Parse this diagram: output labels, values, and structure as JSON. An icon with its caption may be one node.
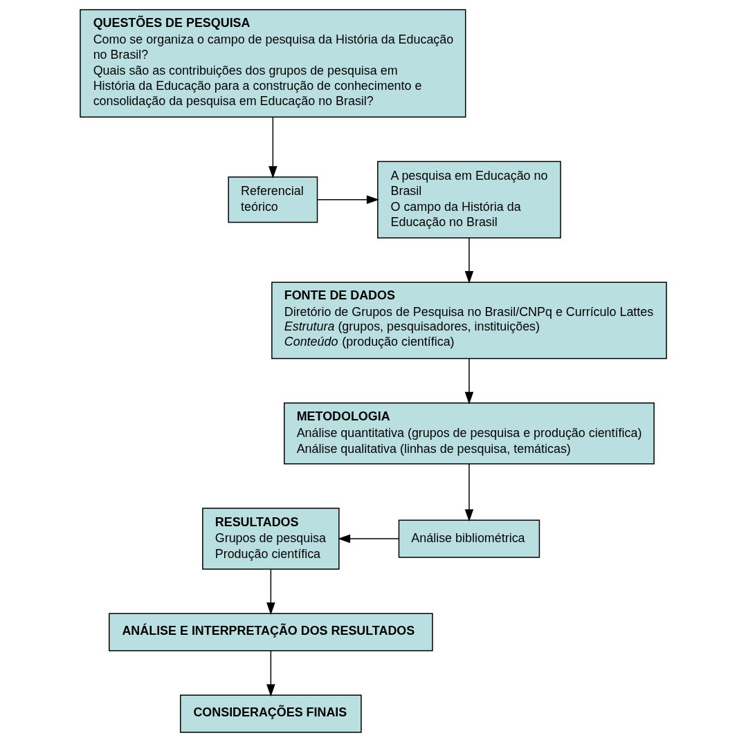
{
  "diagram": {
    "nodes": [
      {
        "text": [
          "QUESTÕES DE PESQUISA",
          "Como se organiza o campo de pesquisa da História da Educação no Brasil?",
          "Quais são as contribuições dos grupos de pesquisa em História da Educação para a construção de conhecimento e consolidação da pesquisa em Educação no Brasil?"
        ]
      },
      {
        "text": [
          "Referencial teórico"
        ]
      },
      {
        "text": [
          "A pesquisa em Educação no Brasil",
          "O campo da História da Educação no Brasil"
        ]
      },
      {
        "text": [
          "FONTE DE DADOS",
          "Diretório de Grupos de Pesquisa no Brasil/CNPq e Currículo Lattes",
          "*Estrutura* (grupos, pesquisadores, instituições)",
          "*Conteúdo* (produção científica)"
        ]
      },
      {
        "text": [
          "METODOLOGIA",
          "Análise quantitativa (grupos de pesquisa e produção científica)",
          "Análise qualitativa (linhas de pesquisa, temáticas)"
        ]
      },
      {
        "text": [
          "RESULTADOS",
          "Grupos de pesquisa",
          "Produção científica"
        ]
      },
      {
        "text": [
          "Análise bibliométrica"
        ]
      },
      {
        "text": [
          "ANÁLISE E INTERPRETAÇÃO DOS RESULTADOS"
        ]
      },
      {
        "text": [
          "CONSIDERAÇÕES FINAIS"
        ]
      }
    ],
    "edges": [
      {
        "from": 0,
        "to": 1,
        "arrow": "to"
      },
      {
        "from": 1,
        "to": 2,
        "arrow": "to"
      },
      {
        "from": 2,
        "to": 3,
        "arrow": "to"
      },
      {
        "from": 3,
        "to": 4,
        "arrow": "to"
      },
      {
        "from": 4,
        "to": 6,
        "arrow": "to"
      },
      {
        "from": 6,
        "to": 5,
        "arrow": "to"
      },
      {
        "from": 5,
        "to": 7,
        "arrow": "to"
      },
      {
        "from": 7,
        "to": 8,
        "arrow": "to"
      }
    ]
  }
}
